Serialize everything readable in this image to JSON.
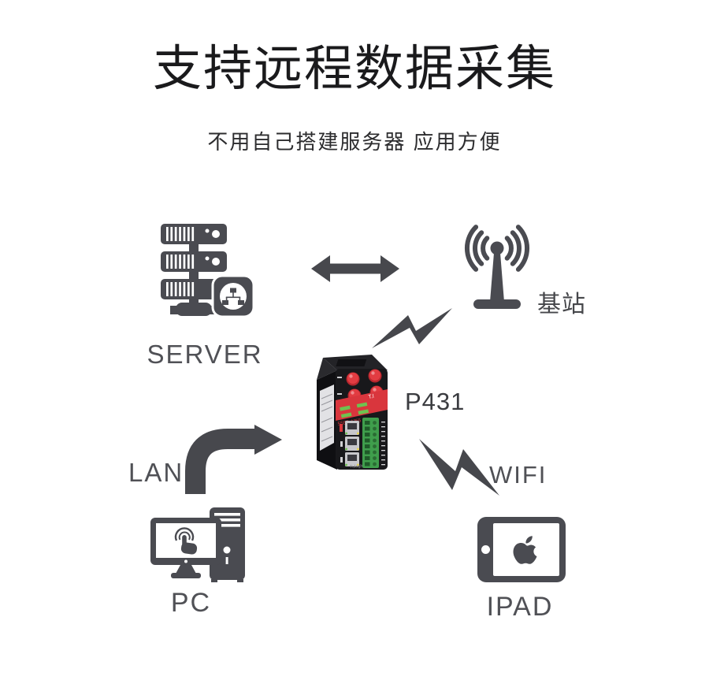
{
  "header": {
    "title": "支持远程数据采集",
    "subtitle": "不用自己搭建服务器 应用方便"
  },
  "labels": {
    "server": "SERVER",
    "base_station": "基站",
    "router_model": "P431",
    "lan": "LAN",
    "pc": "PC",
    "wifi": "WIFI",
    "ipad": "IPAD"
  },
  "icons": {
    "server": "server-rack-with-network-badge-icon",
    "base_station": "antenna-tower-icon",
    "router": "industrial-router-device-image",
    "link_server_basestation": "double-headed-arrow-icon",
    "link_router_basestation": "lightning-bolt-icon",
    "link_router_wifi": "lightning-bolt-icon",
    "link_pc_router": "curved-arrow-icon",
    "pc": "desktop-computer-icon",
    "ipad": "tablet-with-apple-logo-icon"
  },
  "colors": {
    "background": "#ffffff",
    "title_text": "#1a1a1c",
    "icon_gray": "#4a4b51",
    "label_gray": "#505156",
    "router_red": "#d9363d",
    "router_body": "#18181b",
    "terminal_green": "#3f9e4c",
    "led_green": "#6ec24f"
  }
}
